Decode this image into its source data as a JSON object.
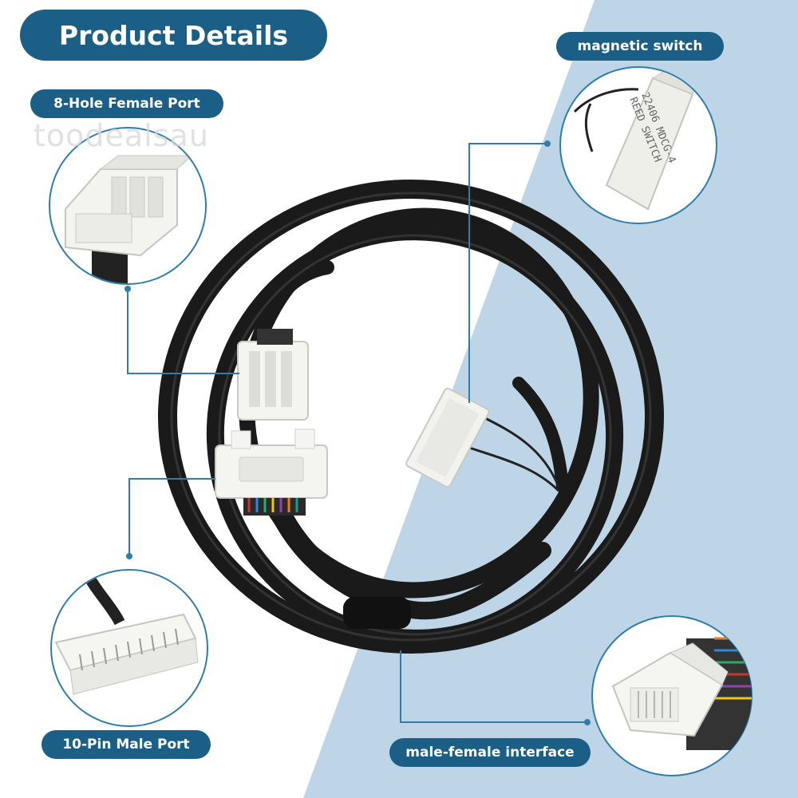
{
  "title": "Product Details",
  "watermark": "toodealsau",
  "labels": {
    "female_port": "8-Hole Female Port",
    "magnetic_switch": "magnetic switch",
    "male_port": "10-Pin Male Port",
    "interface": "male-female interface"
  },
  "switch_marking": [
    "22406 MDCG-4",
    "REED SWITCH"
  ],
  "colors": {
    "pill": "#1b5f86",
    "panel": "#bdd5e6",
    "leader": "#2f7eaa",
    "cable": "#1a1a1a",
    "connector": "#f4f4f1"
  },
  "icons": {
    "female_port": "8-hole-female-connector-icon",
    "male_port": "10-pin-male-connector-icon",
    "switch": "reed-switch-icon",
    "interface": "male-female-interface-icon"
  }
}
